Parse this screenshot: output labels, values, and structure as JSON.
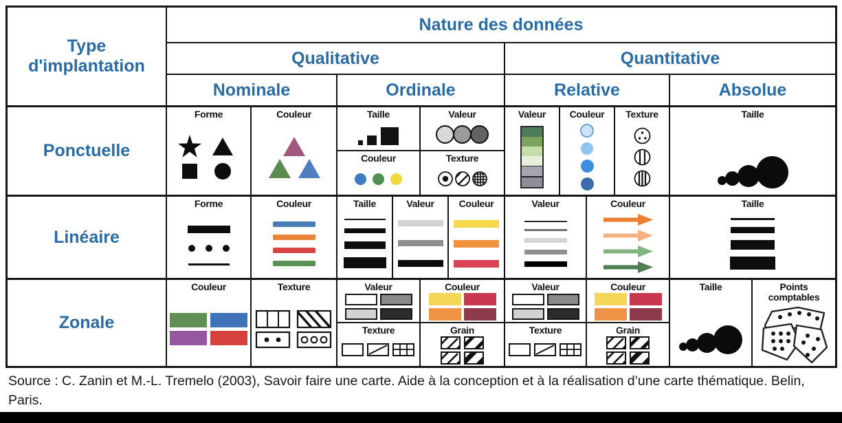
{
  "header": {
    "type_implantation": "Type d'implantation",
    "nature_donnees": "Nature des données",
    "qualitative": "Qualitative",
    "quantitative": "Quantitative",
    "nominale": "Nominale",
    "ordinale": "Ordinale",
    "relative": "Relative",
    "absolue": "Absolue"
  },
  "labels": {
    "forme": "Forme",
    "couleur": "Couleur",
    "taille": "Taille",
    "valeur": "Valeur",
    "texture": "Texture",
    "grain": "Grain",
    "points_comptables": "Points comptables"
  },
  "rows": {
    "ponctuelle": "Ponctuelle",
    "lineaire": "Linéaire",
    "zonale": "Zonale"
  },
  "footer": {
    "source": "Source : C. Zanin et M.-L. Tremelo (2003), Savoir faire une carte. Aide à la conception et à la réalisation d’une carte thématique. Belin, Paris."
  },
  "colors": {
    "accent": "#2a6ba3",
    "pon_nom_couleur": [
      "#a2587e",
      "#5d8b4f",
      "#4f7fc0"
    ],
    "pon_ord_valeur": [
      "#d9d9d9",
      "#9b9b9b",
      "#636363"
    ],
    "pon_ord_couleur": [
      "#3e7cc1",
      "#4f9150",
      "#f3d73e"
    ],
    "pon_rel_valeur": [
      "#4e7c5b",
      "#7ba35e",
      "#c6dcaa",
      "#e6f0da",
      "#a6a6ae",
      "#8e8e98"
    ],
    "pon_rel_couleur": [
      "#cfe3f6",
      "#8ec6f0",
      "#3e8ede",
      "#3d6cac"
    ],
    "pon_rel_couleur_ring": "#6aa3d8",
    "lin_nom_couleur": [
      "#4a7bb5",
      "#e8833a",
      "#d94343",
      "#5a9155"
    ],
    "lin_ord_valeur": [
      "#d2d2d2",
      "#8e8e8e",
      "#0c0c0c"
    ],
    "lin_ord_couleur": [
      "#f6d84a",
      "#f0923e",
      "#d94355"
    ],
    "lin_rel_valeur": [
      "#2a2a2a",
      "#6f6f6f",
      "#d4d4d4",
      "#8f8f8f",
      "#000000"
    ],
    "lin_rel_couleur": [
      "#ed7d31",
      "#f4b183",
      "#82b380",
      "#4e7e52"
    ],
    "zon_nom_couleur": [
      "#5f8f55",
      "#3f72b8",
      "#94589e",
      "#d5413d"
    ],
    "zon_valeur": [
      "#ffffff",
      "#8a8a8a",
      "#d2d2d2",
      "#2b2b2b"
    ],
    "zon_couleur": [
      "#f5d757",
      "#c8374e",
      "#ef9347",
      "#8e3a4c"
    ]
  }
}
